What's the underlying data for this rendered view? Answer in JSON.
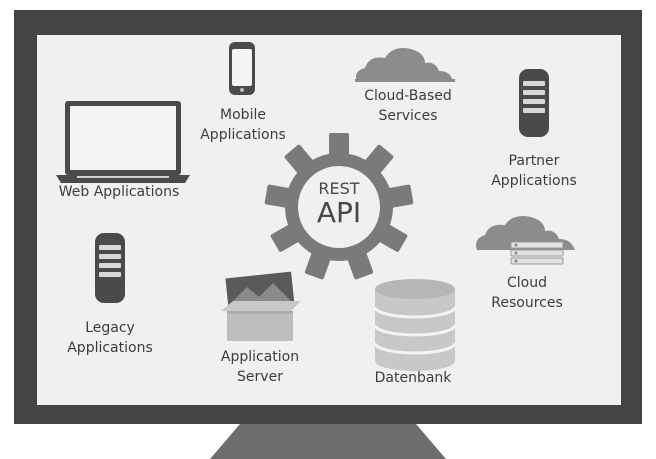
{
  "diagram": {
    "center": {
      "line1": "REST",
      "line2": "API"
    },
    "nodes": [
      {
        "id": "web",
        "label": "Web Applications",
        "icon": "laptop-icon"
      },
      {
        "id": "mobile",
        "label": "Mobile\nApplications",
        "icon": "smartphone-icon"
      },
      {
        "id": "cloud_services",
        "label": "Cloud-Based\nServices",
        "icon": "cloud-icon"
      },
      {
        "id": "partner",
        "label": "Partner\nApplications",
        "icon": "server-tower-icon"
      },
      {
        "id": "cloud_resources",
        "label": "Cloud\nResources",
        "icon": "cloud-storage-icon"
      },
      {
        "id": "database",
        "label": "Datenbank",
        "icon": "database-icon"
      },
      {
        "id": "app_server",
        "label": "Application\nServer",
        "icon": "app-server-box-icon"
      },
      {
        "id": "legacy",
        "label": "Legacy\nApplications",
        "icon": "server-tower-icon"
      }
    ]
  },
  "colors": {
    "bezel": "#444444",
    "screen": "#f0f0f0",
    "stand": "#6e6e6e",
    "icon_dark": "#4a4a4a",
    "icon_mid": "#8c8c8c",
    "icon_light": "#c8c8c8",
    "gear": "#7a7a7a",
    "text": "#3c3c3c"
  }
}
